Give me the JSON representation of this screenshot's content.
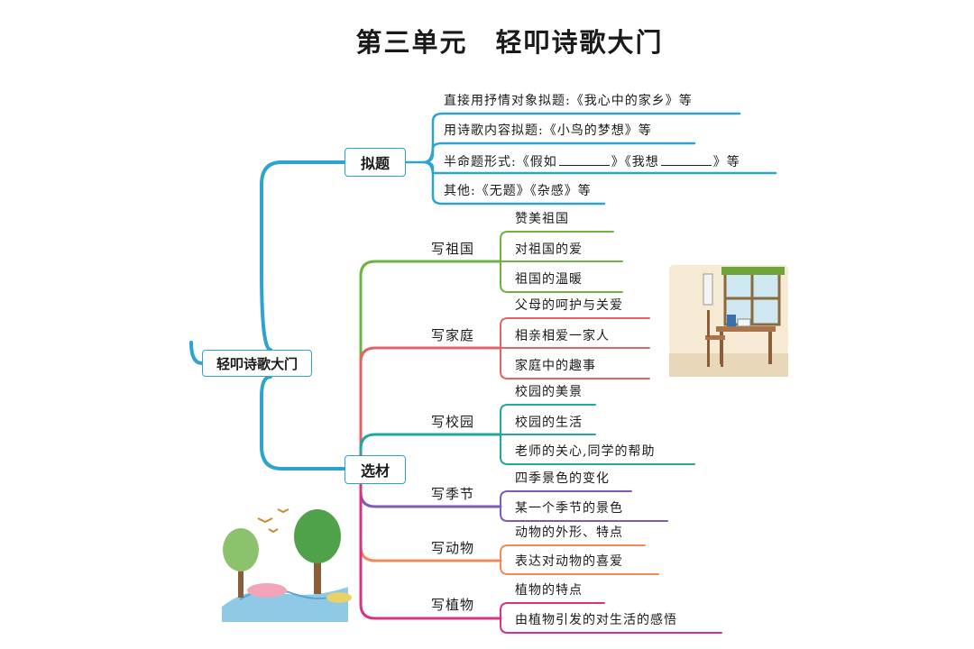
{
  "title": "第三单元　轻叩诗歌大门",
  "root": {
    "label": "轻叩诗歌大门"
  },
  "branches": [
    {
      "label": "拟题",
      "items": [
        "直接用抒情对象拟题:《我心中的家乡》等",
        "用诗歌内容拟题:《小鸟的梦想》等",
        {
          "before": "半命题形式:《假如",
          "middle": "》《我想",
          "after": "》等"
        },
        "其他:《无题》《杂感》等"
      ]
    },
    {
      "label": "选材",
      "groups": [
        {
          "label": "写祖国",
          "color": "#6cb33f",
          "items": [
            "赞美祖国",
            "对祖国的爱",
            "祖国的温暖"
          ]
        },
        {
          "label": "写家庭",
          "color": "#e4636a",
          "items": [
            "父母的呵护与关爱",
            "相亲相爱一家人",
            "家庭中的趣事"
          ]
        },
        {
          "label": "写校园",
          "color": "#1ea99a",
          "items": [
            "校园的美景",
            "校园的生活",
            "老师的关心,同学的帮助"
          ]
        },
        {
          "label": "写季节",
          "color": "#7b5bb5",
          "items": [
            "四季景色的变化",
            "某一个季节的景色"
          ]
        },
        {
          "label": "写动物",
          "color": "#ef8a5a",
          "items": [
            "动物的外形、特点",
            "表达对动物的喜爱"
          ]
        },
        {
          "label": "写植物",
          "color": "#d63384",
          "items": [
            "植物的特点",
            "由植物引发的对生活的感悟"
          ]
        }
      ]
    }
  ],
  "colors": {
    "main_branch": "#2fa3cf",
    "box_border": "#2fa3cf"
  },
  "illustrations": {
    "top_right": "study-desk-window-icon",
    "bottom_left": "pond-trees-birds-icon"
  }
}
